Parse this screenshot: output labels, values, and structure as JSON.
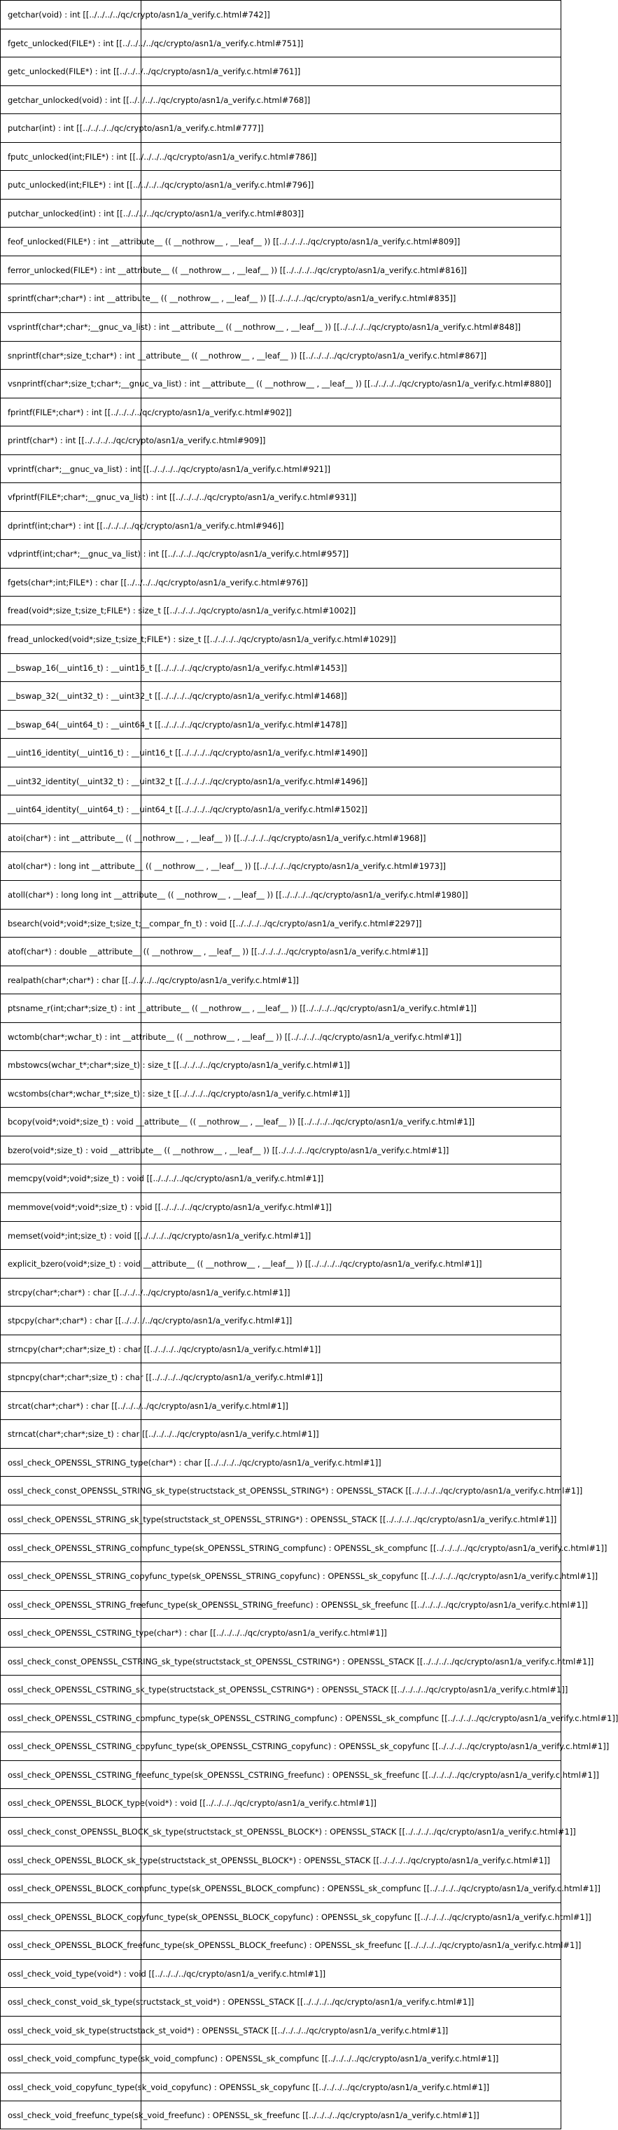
{
  "entries": [
    "getchar(void) : int [[../../../../qc/crypto/asn1/a_verify.c.html#742]]",
    "fgetc_unlocked(FILE*) : int [[../../../../qc/crypto/asn1/a_verify.c.html#751]]",
    "getc_unlocked(FILE*) : int [[../../../../qc/crypto/asn1/a_verify.c.html#761]]",
    "getchar_unlocked(void) : int [[../../../../qc/crypto/asn1/a_verify.c.html#768]]",
    "putchar(int) : int [[../../../../qc/crypto/asn1/a_verify.c.html#777]]",
    "fputc_unlocked(int;FILE*) : int [[../../../../qc/crypto/asn1/a_verify.c.html#786]]",
    "putc_unlocked(int;FILE*) : int [[../../../../qc/crypto/asn1/a_verify.c.html#796]]",
    "putchar_unlocked(int) : int [[../../../../qc/crypto/asn1/a_verify.c.html#803]]",
    "feof_unlocked(FILE*) : int __attribute__ (( __nothrow__ , __leaf__ )) [[../../../../qc/crypto/asn1/a_verify.c.html#809]]",
    "ferror_unlocked(FILE*) : int __attribute__ (( __nothrow__ , __leaf__ )) [[../../../../qc/crypto/asn1/a_verify.c.html#816]]",
    "sprintf(char*;char*) : int __attribute__ (( __nothrow__ , __leaf__ )) [[../../../../qc/crypto/asn1/a_verify.c.html#835]]",
    "vsprintf(char*;char*;__gnuc_va_list) : int __attribute__ (( __nothrow__ , __leaf__ )) [[../../../../qc/crypto/asn1/a_verify.c.html#848]]",
    "snprintf(char*;size_t;char*) : int __attribute__ (( __nothrow__ , __leaf__ )) [[../../../../qc/crypto/asn1/a_verify.c.html#867]]",
    "vsnprintf(char*;size_t;char*;__gnuc_va_list) : int __attribute__ (( __nothrow__ , __leaf__ )) [[../../../../qc/crypto/asn1/a_verify.c.html#880]]",
    "fprintf(FILE*;char*) : int [[../../../../qc/crypto/asn1/a_verify.c.html#902]]",
    "printf(char*) : int [[../../../../qc/crypto/asn1/a_verify.c.html#909]]",
    "vprintf(char*;__gnuc_va_list) : int [[../../../../qc/crypto/asn1/a_verify.c.html#921]]",
    "vfprintf(FILE*;char*;__gnuc_va_list) : int [[../../../../qc/crypto/asn1/a_verify.c.html#931]]",
    "dprintf(int;char*) : int [[../../../../qc/crypto/asn1/a_verify.c.html#946]]",
    "vdprintf(int;char*;__gnuc_va_list) : int [[../../../../qc/crypto/asn1/a_verify.c.html#957]]",
    "fgets(char*;int;FILE*) : char [[../../../../qc/crypto/asn1/a_verify.c.html#976]]",
    "fread(void*;size_t;size_t;FILE*) : size_t [[../../../../qc/crypto/asn1/a_verify.c.html#1002]]",
    "fread_unlocked(void*;size_t;size_t;FILE*) : size_t [[../../../../qc/crypto/asn1/a_verify.c.html#1029]]",
    "__bswap_16(__uint16_t) : __uint16_t [[../../../../qc/crypto/asn1/a_verify.c.html#1453]]",
    "__bswap_32(__uint32_t) : __uint32_t [[../../../../qc/crypto/asn1/a_verify.c.html#1468]]",
    "__bswap_64(__uint64_t) : __uint64_t [[../../../../qc/crypto/asn1/a_verify.c.html#1478]]",
    "__uint16_identity(__uint16_t) : __uint16_t [[../../../../qc/crypto/asn1/a_verify.c.html#1490]]",
    "__uint32_identity(__uint32_t) : __uint32_t [[../../../../qc/crypto/asn1/a_verify.c.html#1496]]",
    "__uint64_identity(__uint64_t) : __uint64_t [[../../../../qc/crypto/asn1/a_verify.c.html#1502]]",
    "atoi(char*) : int __attribute__ (( __nothrow__ , __leaf__ )) [[../../../../qc/crypto/asn1/a_verify.c.html#1968]]",
    "atol(char*) : long int __attribute__ (( __nothrow__ , __leaf__ )) [[../../../../qc/crypto/asn1/a_verify.c.html#1973]]",
    "atoll(char*) : long long int __attribute__ (( __nothrow__ , __leaf__ )) [[../../../../qc/crypto/asn1/a_verify.c.html#1980]]",
    "bsearch(void*;void*;size_t;size_t;__compar_fn_t) : void [[../../../../qc/crypto/asn1/a_verify.c.html#2297]]",
    "atof(char*) : double __attribute__ (( __nothrow__ , __leaf__ )) [[../../../../qc/crypto/asn1/a_verify.c.html#1]]",
    "realpath(char*;char*) : char [[../../../../qc/crypto/asn1/a_verify.c.html#1]]",
    "ptsname_r(int;char*;size_t) : int __attribute__ (( __nothrow__ , __leaf__ )) [[../../../../qc/crypto/asn1/a_verify.c.html#1]]",
    "wctomb(char*;wchar_t) : int __attribute__ (( __nothrow__ , __leaf__ )) [[../../../../qc/crypto/asn1/a_verify.c.html#1]]",
    "mbstowcs(wchar_t*;char*;size_t) : size_t [[../../../../qc/crypto/asn1/a_verify.c.html#1]]",
    "wcstombs(char*;wchar_t*;size_t) : size_t [[../../../../qc/crypto/asn1/a_verify.c.html#1]]",
    "bcopy(void*;void*;size_t) : void __attribute__ (( __nothrow__ , __leaf__ )) [[../../../../qc/crypto/asn1/a_verify.c.html#1]]",
    "bzero(void*;size_t) : void __attribute__ (( __nothrow__ , __leaf__ )) [[../../../../qc/crypto/asn1/a_verify.c.html#1]]",
    "memcpy(void*;void*;size_t) : void [[../../../../qc/crypto/asn1/a_verify.c.html#1]]",
    "memmove(void*;void*;size_t) : void [[../../../../qc/crypto/asn1/a_verify.c.html#1]]",
    "memset(void*;int;size_t) : void [[../../../../qc/crypto/asn1/a_verify.c.html#1]]",
    "explicit_bzero(void*;size_t) : void __attribute__ (( __nothrow__ , __leaf__ )) [[../../../../qc/crypto/asn1/a_verify.c.html#1]]",
    "strcpy(char*;char*) : char [[../../../../qc/crypto/asn1/a_verify.c.html#1]]",
    "stpcpy(char*;char*) : char [[../../../../qc/crypto/asn1/a_verify.c.html#1]]",
    "strncpy(char*;char*;size_t) : char [[../../../../qc/crypto/asn1/a_verify.c.html#1]]",
    "stpncpy(char*;char*;size_t) : char [[../../../../qc/crypto/asn1/a_verify.c.html#1]]",
    "strcat(char*;char*) : char [[../../../../qc/crypto/asn1/a_verify.c.html#1]]",
    "strncat(char*;char*;size_t) : char [[../../../../qc/crypto/asn1/a_verify.c.html#1]]",
    "ossl_check_OPENSSL_STRING_type(char*) : char [[../../../../qc/crypto/asn1/a_verify.c.html#1]]",
    "ossl_check_const_OPENSSL_STRING_sk_type(structstack_st_OPENSSL_STRING*) : OPENSSL_STACK [[../../../../qc/crypto/asn1/a_verify.c.html#1]]",
    "ossl_check_OPENSSL_STRING_sk_type(structstack_st_OPENSSL_STRING*) : OPENSSL_STACK [[../../../../qc/crypto/asn1/a_verify.c.html#1]]",
    "ossl_check_OPENSSL_STRING_compfunc_type(sk_OPENSSL_STRING_compfunc) : OPENSSL_sk_compfunc [[../../../../qc/crypto/asn1/a_verify.c.html#1]]",
    "ossl_check_OPENSSL_STRING_copyfunc_type(sk_OPENSSL_STRING_copyfunc) : OPENSSL_sk_copyfunc [[../../../../qc/crypto/asn1/a_verify.c.html#1]]",
    "ossl_check_OPENSSL_STRING_freefunc_type(sk_OPENSSL_STRING_freefunc) : OPENSSL_sk_freefunc [[../../../../qc/crypto/asn1/a_verify.c.html#1]]",
    "ossl_check_OPENSSL_CSTRING_type(char*) : char [[../../../../qc/crypto/asn1/a_verify.c.html#1]]",
    "ossl_check_const_OPENSSL_CSTRING_sk_type(structstack_st_OPENSSL_CSTRING*) : OPENSSL_STACK [[../../../../qc/crypto/asn1/a_verify.c.html#1]]",
    "ossl_check_OPENSSL_CSTRING_sk_type(structstack_st_OPENSSL_CSTRING*) : OPENSSL_STACK [[../../../../qc/crypto/asn1/a_verify.c.html#1]]",
    "ossl_check_OPENSSL_CSTRING_compfunc_type(sk_OPENSSL_CSTRING_compfunc) : OPENSSL_sk_compfunc [[../../../../qc/crypto/asn1/a_verify.c.html#1]]",
    "ossl_check_OPENSSL_CSTRING_copyfunc_type(sk_OPENSSL_CSTRING_copyfunc) : OPENSSL_sk_copyfunc [[../../../../qc/crypto/asn1/a_verify.c.html#1]]",
    "ossl_check_OPENSSL_CSTRING_freefunc_type(sk_OPENSSL_CSTRING_freefunc) : OPENSSL_sk_freefunc [[../../../../qc/crypto/asn1/a_verify.c.html#1]]",
    "ossl_check_OPENSSL_BLOCK_type(void*) : void [[../../../../qc/crypto/asn1/a_verify.c.html#1]]",
    "ossl_check_const_OPENSSL_BLOCK_sk_type(structstack_st_OPENSSL_BLOCK*) : OPENSSL_STACK [[../../../../qc/crypto/asn1/a_verify.c.html#1]]",
    "ossl_check_OPENSSL_BLOCK_sk_type(structstack_st_OPENSSL_BLOCK*) : OPENSSL_STACK [[../../../../qc/crypto/asn1/a_verify.c.html#1]]",
    "ossl_check_OPENSSL_BLOCK_compfunc_type(sk_OPENSSL_BLOCK_compfunc) : OPENSSL_sk_compfunc [[../../../../qc/crypto/asn1/a_verify.c.html#1]]",
    "ossl_check_OPENSSL_BLOCK_copyfunc_type(sk_OPENSSL_BLOCK_copyfunc) : OPENSSL_sk_copyfunc [[../../../../qc/crypto/asn1/a_verify.c.html#1]]",
    "ossl_check_OPENSSL_BLOCK_freefunc_type(sk_OPENSSL_BLOCK_freefunc) : OPENSSL_sk_freefunc [[../../../../qc/crypto/asn1/a_verify.c.html#1]]",
    "ossl_check_void_type(void*) : void [[../../../../qc/crypto/asn1/a_verify.c.html#1]]",
    "ossl_check_const_void_sk_type(structstack_st_void*) : OPENSSL_STACK [[../../../../qc/crypto/asn1/a_verify.c.html#1]]",
    "ossl_check_void_sk_type(structstack_st_void*) : OPENSSL_STACK [[../../../../qc/crypto/asn1/a_verify.c.html#1]]",
    "ossl_check_void_compfunc_type(sk_void_compfunc) : OPENSSL_sk_compfunc [[../../../../qc/crypto/asn1/a_verify.c.html#1]]",
    "ossl_check_void_copyfunc_type(sk_void_copyfunc) : OPENSSL_sk_copyfunc [[../../../../qc/crypto/asn1/a_verify.c.html#1]]",
    "ossl_check_void_freefunc_type(sk_void_freefunc) : OPENSSL_sk_freefunc [[../../../../qc/crypto/asn1/a_verify.c.html#1]]"
  ]
}
